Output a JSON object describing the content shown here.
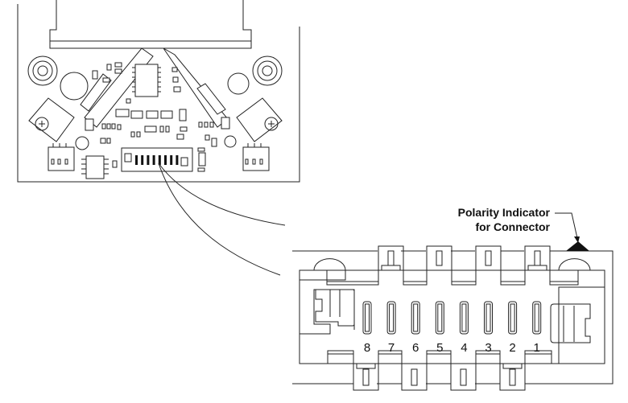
{
  "callout": {
    "line1": "Polarity Indicator",
    "line2": "for Connector"
  },
  "connector": {
    "pin_numbers": [
      "8",
      "7",
      "6",
      "5",
      "4",
      "3",
      "2",
      "1"
    ]
  },
  "colors": {
    "line": "#222222",
    "background": "#ffffff"
  }
}
